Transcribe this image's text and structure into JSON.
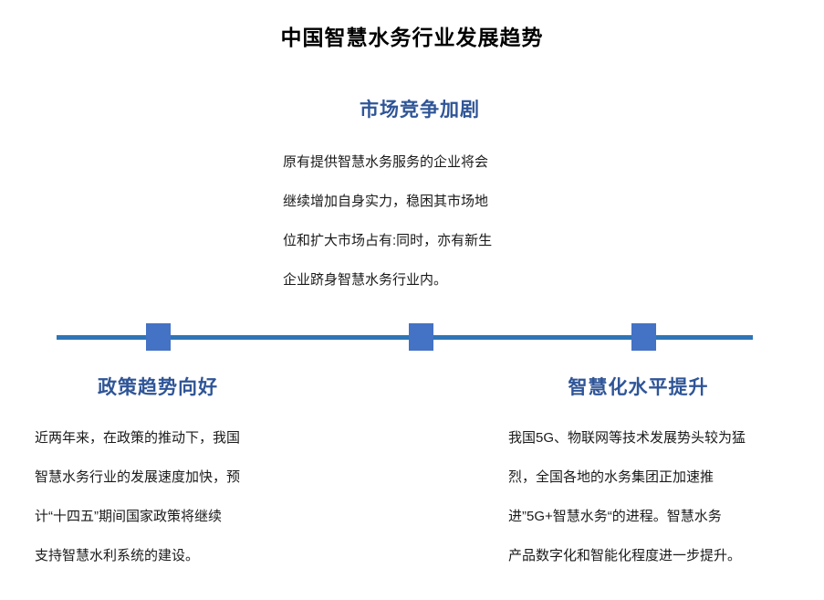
{
  "title": "中国智慧水务行业发展趋势",
  "colors": {
    "heading_blue": "#2F5597",
    "timeline_line": "#2E75B6",
    "milestone_square": "#4472C4",
    "body_text": "#1a1a1a",
    "background": "#ffffff"
  },
  "timeline": {
    "milestone_count": 3,
    "milestones": [
      {
        "id": "milestone-1",
        "label": "政策趋势向好"
      },
      {
        "id": "milestone-2",
        "label": "市场竞争加剧"
      },
      {
        "id": "milestone-3",
        "label": "智慧化水平提升"
      }
    ]
  },
  "blocks": {
    "top": {
      "heading": "市场竞争加剧",
      "body_lines": [
        "原有提供智慧水务服务的企业将会",
        "继续增加自身实力，稳困其市场地",
        "位和扩大市场占有:同时，亦有新生",
        "企业跻身智慧水务行业内。"
      ]
    },
    "bottom_left": {
      "heading": "政策趋势向好",
      "body_lines": [
        "近两年来，在政策的推动下，我国",
        "智慧水务行业的发展速度加快，预",
        "计“十四五”期间国家政策将继续",
        "支持智慧水利系统的建设。"
      ]
    },
    "bottom_right": {
      "heading": "智慧化水平提升",
      "body_lines": [
        "我国5G、物联网等技术发展势头较为猛",
        "烈，全国各地的水务集团正加速推",
        "进”5G+智慧水务“的进程。智慧水务",
        "产品数字化和智能化程度进一步提升。"
      ]
    }
  }
}
